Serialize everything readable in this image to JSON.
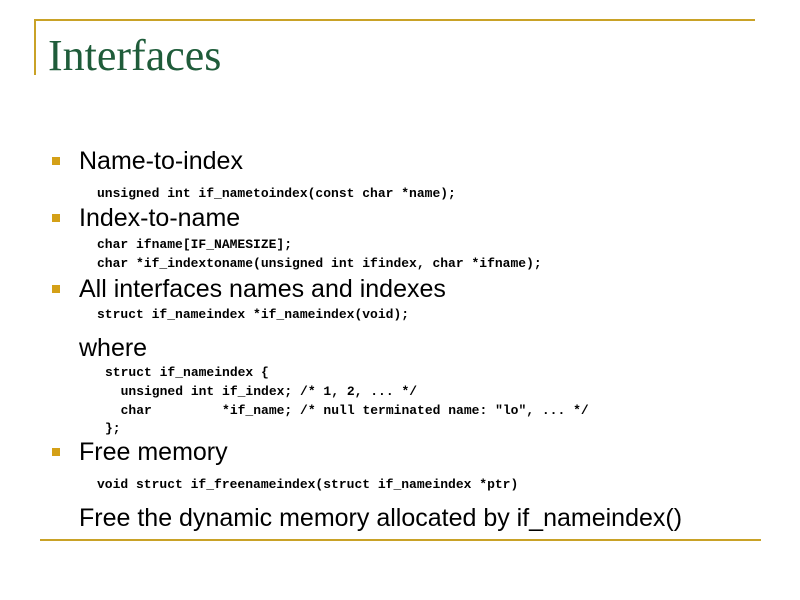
{
  "title": "Interfaces",
  "colors": {
    "title": "#1f5c3a",
    "bullet": "#d4a017",
    "rule": "#c9a227"
  },
  "sections": {
    "name_to_index": {
      "heading": "Name-to-index",
      "code": [
        "unsigned int if_nametoindex(const char *name);"
      ]
    },
    "index_to_name": {
      "heading": "Index-to-name",
      "code": [
        "char ifname[IF_NAMESIZE];",
        "char *if_indextoname(unsigned int ifindex, char *ifname);"
      ]
    },
    "all_interfaces": {
      "heading": "All interfaces names and indexes",
      "code": [
        "struct if_nameindex *if_nameindex(void);"
      ],
      "where_label": "where",
      "struct_lines": [
        "struct if_nameindex {",
        "  unsigned int if_index; /* 1, 2, ... */",
        "  char         *if_name; /* null terminated name: \"lo\", ... */",
        "};"
      ]
    },
    "free_memory": {
      "heading": "Free memory",
      "code": [
        "void struct if_freenameindex(struct if_nameindex *ptr)"
      ],
      "note": "Free the dynamic memory allocated by  if_nameindex()"
    }
  }
}
